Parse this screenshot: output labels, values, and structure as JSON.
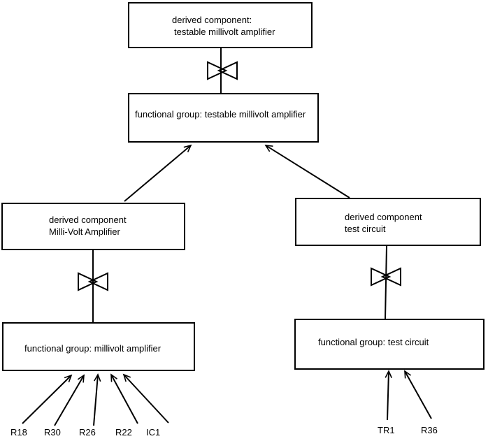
{
  "diagram": {
    "background_color": "#ffffff",
    "stroke_color": "#000000",
    "nodes": {
      "derived_testable": {
        "line1": "derived component:",
        "line2": "testable millivolt amplifier"
      },
      "fg_testable": {
        "label": "functional group: testable millivolt amplifier"
      },
      "derived_mva": {
        "line1": "derived component",
        "line2": "Milli-Volt Amplifier"
      },
      "derived_test": {
        "line1": "derived component",
        "line2": "test circuit"
      },
      "fg_mva": {
        "label": "functional group: millivolt amplifier"
      },
      "fg_test": {
        "label": "functional group: test circuit"
      }
    },
    "symbols": {
      "decomposition_icon": "bowtie"
    },
    "components_left": [
      "R18",
      "R30",
      "R26",
      "R22",
      "IC1"
    ],
    "components_right": [
      "TR1",
      "R36"
    ]
  }
}
